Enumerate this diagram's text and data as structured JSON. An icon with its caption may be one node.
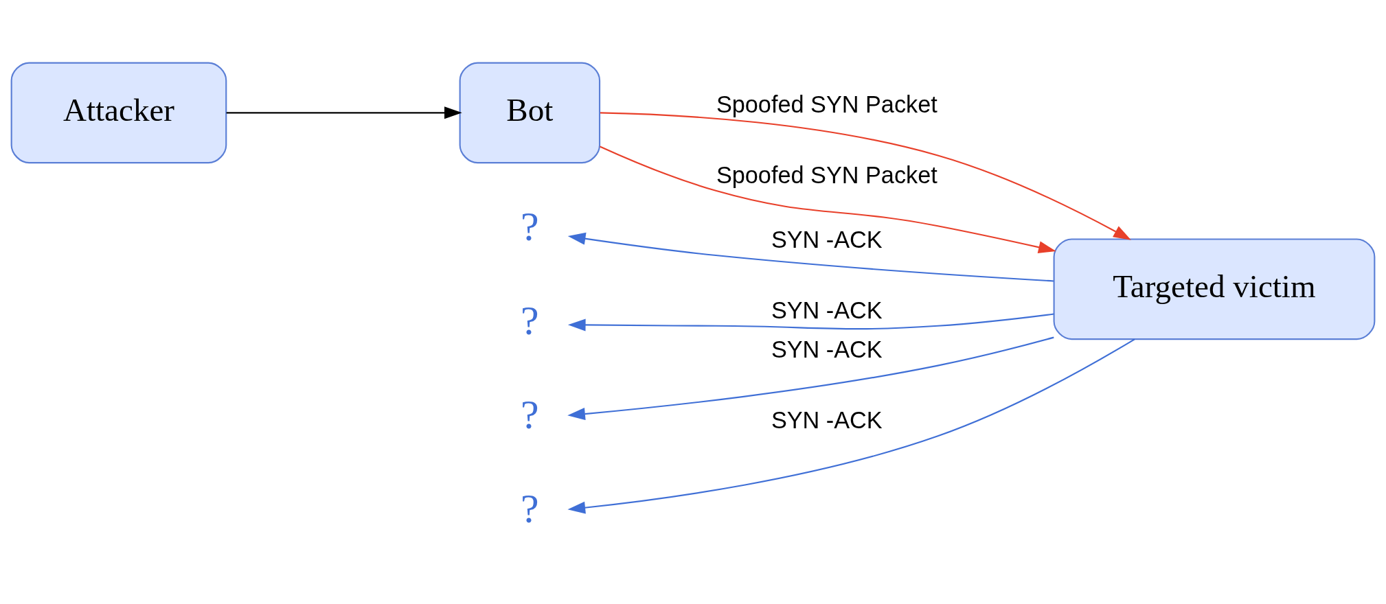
{
  "diagram": {
    "nodes": [
      {
        "text": [
          "Attacker"
        ]
      },
      {
        "text": [
          "Bot"
        ]
      },
      {
        "text": [
          "Targeted victim"
        ]
      },
      {
        "text": [
          "?"
        ]
      },
      {
        "text": [
          "?"
        ]
      },
      {
        "text": [
          "?"
        ]
      },
      {
        "text": [
          "?"
        ]
      }
    ],
    "edges": [
      {
        "from": 0,
        "to": 1,
        "arrow": "to",
        "color": "#000000"
      },
      {
        "from": 1,
        "to": 2,
        "arrow": "to",
        "label": "Spoofed SYN Packet",
        "color": "#e8402a"
      },
      {
        "from": 1,
        "to": 2,
        "arrow": "to",
        "label": "Spoofed SYN Packet",
        "color": "#e8402a"
      },
      {
        "from": 2,
        "to": 3,
        "arrow": "to",
        "label": "SYN -ACK",
        "color": "#3f6fd6"
      },
      {
        "from": 2,
        "to": 4,
        "arrow": "to",
        "label": "SYN -ACK",
        "color": "#3f6fd6"
      },
      {
        "from": 2,
        "to": 5,
        "arrow": "to",
        "label": "SYN -ACK",
        "color": "#3f6fd6"
      },
      {
        "from": 2,
        "to": 6,
        "arrow": "to",
        "label": "SYN -ACK",
        "color": "#3f6fd6"
      }
    ]
  }
}
